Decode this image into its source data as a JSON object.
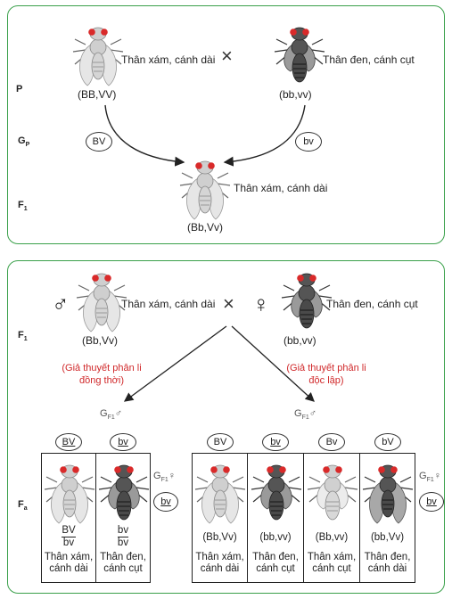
{
  "top": {
    "row_labels": {
      "p": "P",
      "gp": "G",
      "gp_sub": "P",
      "f1": "F",
      "f1_sub": "1"
    },
    "parent1": {
      "phenotype": "Thân xám, cánh dài",
      "genotype": "(BB,VV)"
    },
    "cross_symbol": "×",
    "parent2": {
      "phenotype": "Thân đen, cánh cụt",
      "genotype": "(bb,vv)"
    },
    "gamete1": "BV",
    "gamete2": "bv",
    "offspring": {
      "phenotype": "Thân xám, cánh dài",
      "genotype": "(Bb,Vv)"
    }
  },
  "bottom": {
    "row_labels": {
      "f1": "F",
      "f1_sub": "1",
      "fa": "F",
      "fa_sub": "a"
    },
    "male_symbol": "♂",
    "female_symbol": "♀",
    "cross_symbol": "×",
    "parent1": {
      "phenotype": "Thân xám, cánh dài",
      "genotype": "(Bb,Vv)"
    },
    "parent2": {
      "phenotype": "Thân đen, cánh cụt",
      "genotype": "(bb,vv)"
    },
    "hypothesis_left_1": "(Giả thuyết phân li",
    "hypothesis_left_2": "đồng thời)",
    "hypothesis_right_1": "(Giả thuyết phân li",
    "hypothesis_right_2": "độc lập)",
    "gf1_male": "G",
    "gf1_sub": "F1",
    "gf1_female": "G",
    "left_gametes": [
      "BV",
      "bv"
    ],
    "left_female_gamete": "bv",
    "left_offspring": [
      {
        "genotype_top": "BV",
        "genotype_bottom": "bv",
        "phenotype_1": "Thân xám,",
        "phenotype_2": "cánh dài"
      },
      {
        "genotype_top": "bv",
        "genotype_bottom": "bv",
        "phenotype_1": "Thân đen,",
        "phenotype_2": "cánh cụt"
      }
    ],
    "right_gametes": [
      "BV",
      "bv",
      "Bv",
      "bV"
    ],
    "right_female_gamete": "bv",
    "right_offspring": [
      {
        "genotype": "(Bb,Vv)",
        "phenotype_1": "Thân xám,",
        "phenotype_2": "cánh dài"
      },
      {
        "genotype": "(bb,vv)",
        "phenotype_1": "Thân đen,",
        "phenotype_2": "cánh cụt"
      },
      {
        "genotype": "(Bb,vv)",
        "phenotype_1": "Thân xám,",
        "phenotype_2": "cánh cụt"
      },
      {
        "genotype": "(bb,Vv)",
        "phenotype_1": "Thân đen,",
        "phenotype_2": "cánh dài"
      }
    ]
  },
  "colors": {
    "border": "#3aa04a",
    "hypothesis": "#d0282a",
    "grey_fly": "#cfcfcf",
    "dark_fly": "#4a4a4a"
  }
}
